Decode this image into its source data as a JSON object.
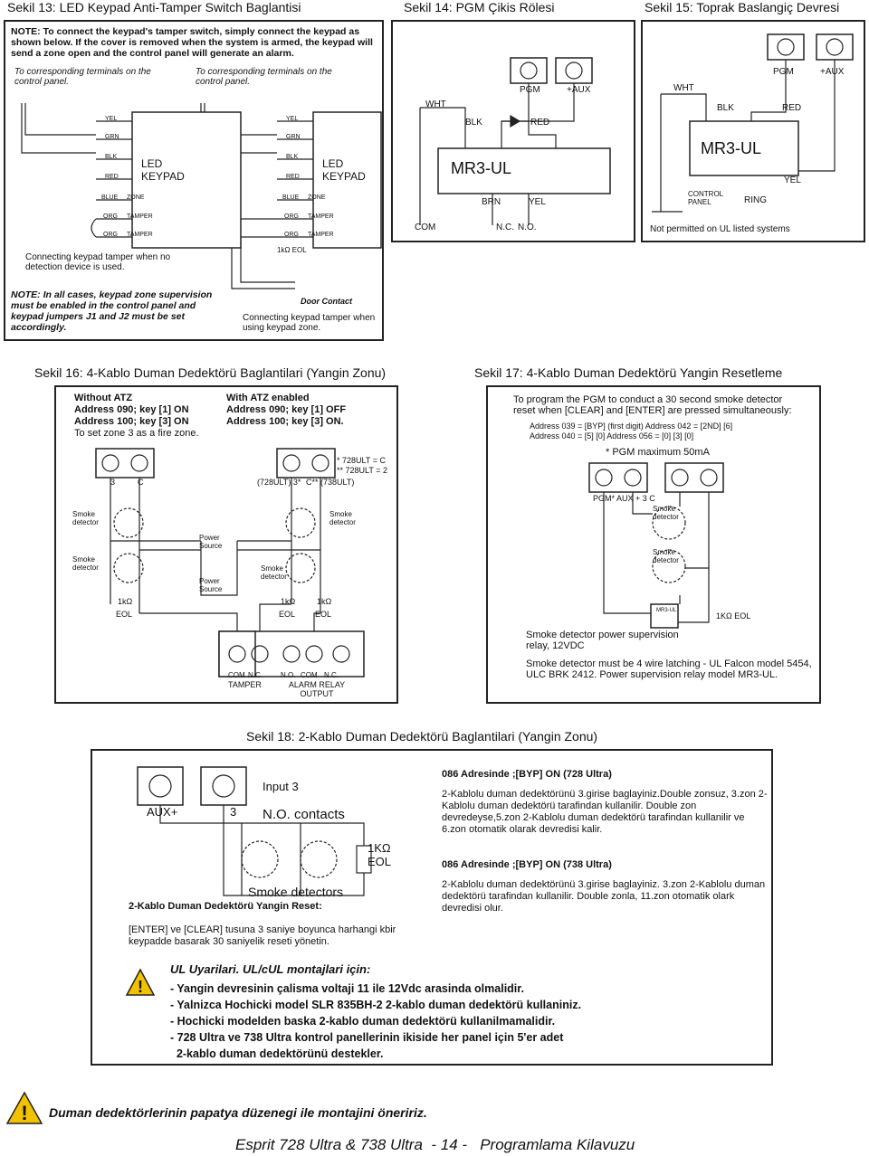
{
  "captions": {
    "fig13": "Sekil 13: LED Keypad Anti-Tamper Switch Baglantisi",
    "fig14": "Sekil 14: PGM Çikis Rölesi",
    "fig15": "Sekil 15: Toprak Baslangiç Devresi",
    "fig16": "Sekil 16: 4-Kablo Duman Dedektörü Baglantilari (Yangin Zonu)",
    "fig17": "Sekil 17: 4-Kablo Duman Dedektörü Yangin Resetleme",
    "fig18": "Sekil 18: 2-Kablo Duman Dedektörü Baglantilari (Yangin Zonu)"
  },
  "fig13": {
    "note_top": "NOTE: To connect the keypad's tamper switch, simply connect the keypad as shown below. If the cover is removed when the system is armed, the keypad will send a zone open and the control panel will generate an alarm.",
    "to_terminals": "To corresponding terminals on the control panel.",
    "wires": [
      "YEL",
      "GRN",
      "BLK",
      "RED",
      "BLUE",
      "ORG",
      "ORG"
    ],
    "zone": "ZONE",
    "tamper": "TAMPER",
    "led_keypad": "LED KEYPAD",
    "connecting_no_detect": "Connecting keypad tamper when no detection device is used.",
    "eol": "1kΩ EOL",
    "note_bottom": "NOTE: In all cases, keypad zone supervision must be enabled in the control panel and keypad jumpers J1 and J2 must be set accordingly.",
    "door_contact": "Door Contact",
    "connecting_zone": "Connecting keypad tamper when using keypad zone."
  },
  "fig14": {
    "wht": "WHT",
    "blk": "BLK",
    "red": "RED",
    "pgm": "PGM",
    "aux": "+AUX",
    "mr3": "MR3-UL",
    "brn": "BRN",
    "yel": "YEL",
    "com": "COM",
    "nc": "N.C.",
    "no": "N.O."
  },
  "fig15": {
    "wht": "WHT",
    "blk": "BLK",
    "red": "RED",
    "pgm": "PGM",
    "aux": "+AUX",
    "mr3": "MR3-UL",
    "yel": "YEL",
    "ring": "RING",
    "control_panel": "CONTROL PANEL",
    "not_permitted": "Not permitted on UL listed systems"
  },
  "fig16": {
    "without_atz": "Without ATZ",
    "w_line1": "Address 090; key [1] ON",
    "w_line2": "Address 100; key [3] ON",
    "w_line3": "To set zone 3 as a fire zone.",
    "with_atz": "With ATZ enabled",
    "a_line1": "Address 090; key [1] OFF",
    "a_line2": "Address 100; key [3] ON.",
    "note1": "* 728ULT = C",
    "note2": "** 728ULT = 2",
    "t3": "3",
    "tc": "C",
    "t728": "(728ULT) 3*",
    "t738": "C** (738ULT)",
    "smoke": "Smoke detector",
    "power": "Power Source",
    "eol": "1kΩ",
    "eol2": "EOL",
    "com": "COM",
    "nc": "N.C.",
    "no": "N.O.",
    "tamper": "TAMPER",
    "alarm": "ALARM RELAY OUTPUT"
  },
  "fig17": {
    "intro": "To program the PGM to conduct a 30 second smoke detector reset when [CLEAR] and [ENTER] are pressed simultaneously:",
    "r1": "Address 039 = [BYP] (first digit)   Address 042 = [2ND] [6]",
    "r2": "Address 040 = [5] [0]   Address 056 = [0] [3] [0]",
    "pgm_max": "* PGM maximum 50mA",
    "terms": "PGM*   AUX +   3   C",
    "smoke": "Smoke detector",
    "eol": "1KΩ EOL",
    "mr3": "MR3-UL",
    "relay": "Smoke detector power supervision relay, 12VDC",
    "wiring": "Smoke detector must be 4 wire latching - UL Falcon model 5454, ULC BRK 2412. Power supervision relay model MR3-UL."
  },
  "fig18": {
    "aux": "AUX+",
    "three": "3",
    "input3": "Input 3",
    "no_contacts": "N.O. contacts",
    "eol": "1KΩ EOL",
    "smoke_detectors": "Smoke detectors",
    "reset_title": "2-Kablo Duman Dedektörü Yangin Reset:",
    "reset_text": "[ENTER] ve [CLEAR] tusuna 3 saniye boyunca harhangi kbir keypadde basarak 30 saniyelik reseti yönetin.",
    "h1": "086 Adresinde ;[BYP] ON (728 Ultra)",
    "p1": "2-Kablolu duman dedektörünü 3.girise baglayiniz.Double zonsuz, 3.zon 2-Kablolu duman dedektörü tarafindan kullanilir. Double zon devredeyse,5.zon 2-Kablolu duman dedektörü tarafindan kullanilir ve 6.zon otomatik olarak devredisi kalir.",
    "h2": "086 Adresinde ;[BYP] ON (738 Ultra)",
    "p2": "2-Kablolu duman dedektörünü 3.girise baglayiniz. 3.zon 2-Kablolu duman dedektörü tarafindan kullanilir. Double zonla, 11.zon otomatik olark devredisi olur."
  },
  "ul": {
    "title": "UL Uyarilari. UL/cUL montajlari için:",
    "lines": [
      "- Yangin devresinin çalisma voltaji   11 ile 12Vdc arasinda olmalidir.",
      "- Yalnizca Hochicki model SLR 835BH-2 2-kablo duman dedektörü kullaniniz.",
      "- Hochicki modelden baska 2-kablo duman dedektörü kullanilmamalidir.",
      "- 728 Ultra ve 738 Ultra kontrol panellerinin ikiside her panel için 5'er adet",
      "  2-kablo duman dedektörünü destekler."
    ]
  },
  "bottom_warning": "Duman dedektörlerinin papatya düzenegi ile montajini öneririz.",
  "footer": "Esprit 728 Ultra & 738 Ultra  - 14 -   Programlama Kilavuzu"
}
